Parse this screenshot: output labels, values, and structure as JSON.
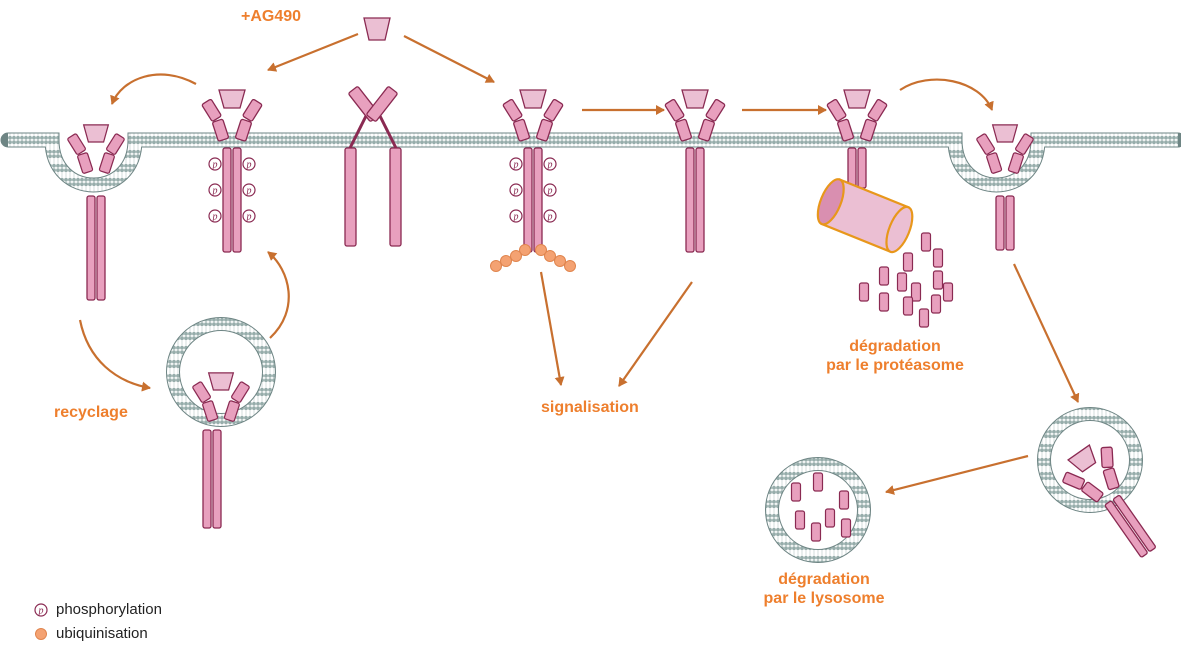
{
  "labels": {
    "inhibitor": "+AG490",
    "recycling": "recyclage",
    "signaling": "signalisation",
    "proteasome_line1": "dégradation",
    "proteasome_line2": "par le protéasome",
    "lysosome_line1": "dégradation",
    "lysosome_line2": "par le lysosome"
  },
  "legend": {
    "phosphorylation": "phosphorylation",
    "ubiquitination": "ubiquinisation",
    "phospho_symbol": "p"
  },
  "colors": {
    "receptor_fill": "#e8a0be",
    "receptor_stroke": "#8a2a52",
    "ligand_fill": "#ebbfd3",
    "membrane": "#b6c5c3",
    "arrow": "#c8702f",
    "label": "#ee7f2d",
    "ubiquitin": "#f4a272",
    "proteasome_border": "#e8971b"
  }
}
